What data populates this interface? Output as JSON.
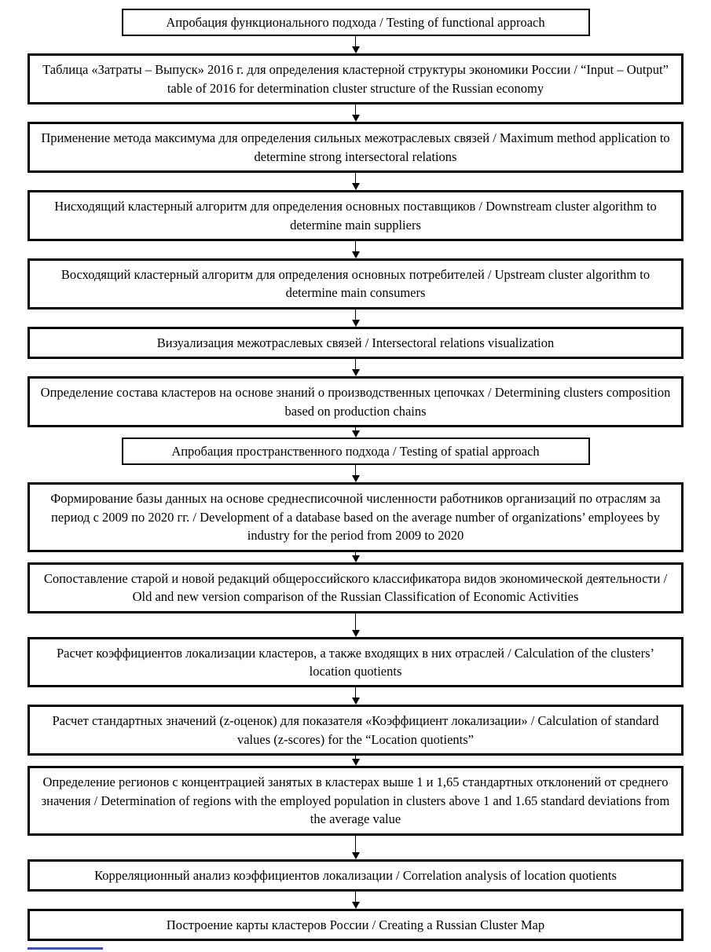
{
  "page": {
    "background_color": "#ffffff",
    "box_border_color": "#000000",
    "text_color": "#000000",
    "arrow_color": "#000000",
    "footer_accent_color": "#3a55b4"
  },
  "flowchart": {
    "type": "vertical-flowchart",
    "boxes": [
      {
        "variant": "narrow",
        "label": "Апробация функционального подхода / Testing of functional approach"
      },
      {
        "variant": "wide",
        "label": "Таблица «Затраты – Выпуск» 2016 г. для определения кластерной структуры экономики России / “Input – Output” table of 2016 for determination cluster structure of the Russian economy"
      },
      {
        "variant": "wide",
        "label": "Применение метода максимума для определения сильных межотраслевых связей / Maximum method application to determine strong intersectoral relations"
      },
      {
        "variant": "wide",
        "label": "Нисходящий кластерный алгоритм для определения основных поставщиков / Downstream cluster algorithm to determine main suppliers"
      },
      {
        "variant": "wide",
        "label": "Восходящий кластерный алгоритм для определения основных потребителей / Upstream cluster algorithm to determine main consumers"
      },
      {
        "variant": "wide",
        "label": "Визуализация межотраслевых связей / Intersectoral relations visualization"
      },
      {
        "variant": "wide",
        "label": "Определение состава кластеров на основе знаний о производственных цепочках / Determining clusters composition based on production chains"
      },
      {
        "variant": "narrow",
        "label": "Апробация пространственного подхода / Testing of spatial approach"
      },
      {
        "variant": "wide",
        "label": "Формирование базы данных на основе среднесписочной численности работников организаций по отраслям за период с 2009 по 2020 гг. / Development of a database based on the average number of organizations’ employees by industry for the period from 2009 to 2020"
      },
      {
        "variant": "wide",
        "label": "Сопоставление старой и новой редакций общероссийского классификатора видов экономической деятельности / Old and new version comparison of the Russian Classification of Economic Activities"
      },
      {
        "variant": "wide",
        "label": "Расчет коэффициентов локализации кластеров, а также входящих в них отраслей / Calculation of the clusters’ location quotients"
      },
      {
        "variant": "wide",
        "label": "Расчет стандартных значений (z-оценок) для показателя «Коэффициент локализации» / Calculation of standard values (z-scores) for the “Location quotients”"
      },
      {
        "variant": "wide",
        "label": "Определение регионов с концентрацией занятых в кластерах выше 1 и 1,65 стандартных отклонений от среднего значения / Determination of regions with the employed population in clusters above 1 and 1.65 standard deviations from the average value"
      },
      {
        "variant": "wide",
        "label": "Корреляционный анализ коэффициентов локализации / Correlation analysis of location quotients"
      },
      {
        "variant": "wide",
        "label": "Построение карты кластеров России / Creating a Russian Cluster Map"
      }
    ]
  }
}
